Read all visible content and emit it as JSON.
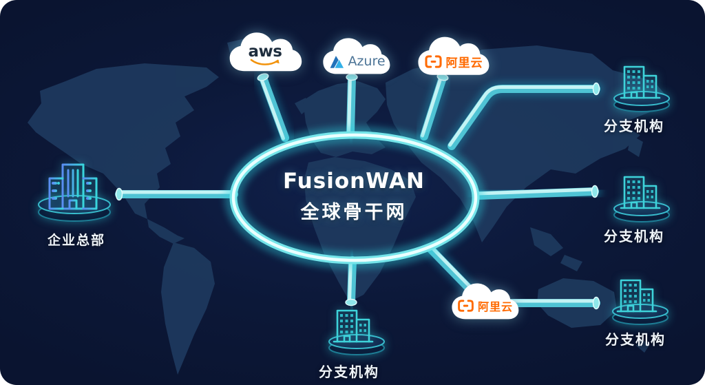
{
  "diagram": {
    "title": "FusionWAN",
    "subtitle": "全球骨干网"
  },
  "clouds": {
    "aws": {
      "label": "aws"
    },
    "azure": {
      "label": "Azure"
    },
    "alicloud_top": {
      "label": "阿里云"
    },
    "alicloud_bottom": {
      "label": "阿里云"
    }
  },
  "nodes": {
    "headquarters": {
      "label": "企业总部"
    },
    "branch_top_right": {
      "label": "分支机构"
    },
    "branch_middle_right": {
      "label": "分支机构"
    },
    "branch_bottom_right": {
      "label": "分支机构"
    },
    "branch_bottom_center": {
      "label": "分支机构"
    }
  },
  "colors": {
    "background": "#0a1430",
    "map_landmass": "#1e3a5e",
    "link_tube": "#4fc3d4",
    "link_core": "#c9f6f6",
    "backbone_ring": "#eafffe",
    "label_text": "#f0f5f9",
    "aws_smile_orange": "#f2930d",
    "aws_text": "#1f2e3e",
    "azure_blue": "#32b0e7",
    "azure_text": "#4b7396",
    "alicloud_orange": "#ff6a00",
    "building_teal": "#3ed3da",
    "hq_gradient_blue": "#5a8df2"
  }
}
